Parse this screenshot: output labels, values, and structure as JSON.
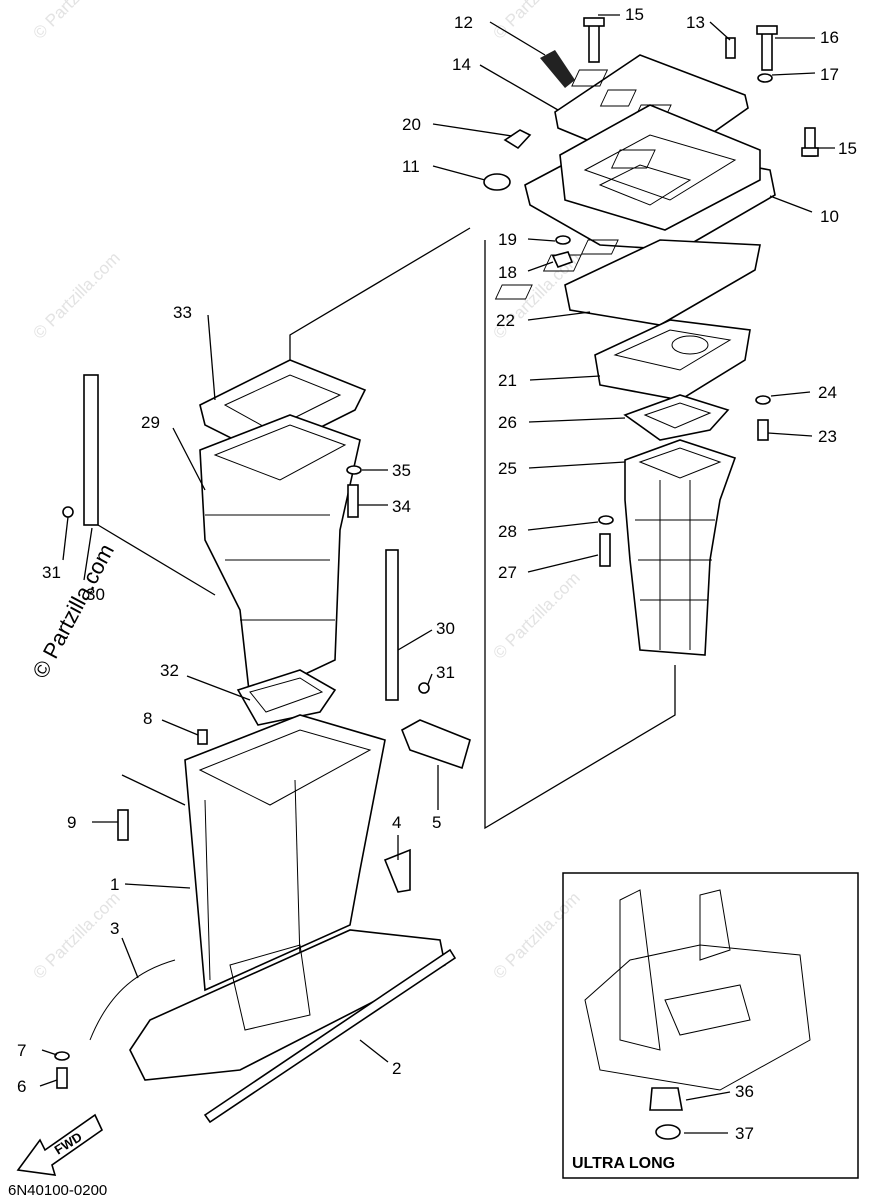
{
  "diagram": {
    "code": "6N40100-0200",
    "inset_label": "ULTRA LONG",
    "arrow_label": "FWD",
    "watermark_large": "© Partzilla.com",
    "watermark_small": "© Partzilla.com",
    "callouts": {
      "c1": "1",
      "c2": "2",
      "c3": "3",
      "c4": "4",
      "c5": "5",
      "c6": "6",
      "c7": "7",
      "c8": "8",
      "c9": "9",
      "c10": "10",
      "c11": "11",
      "c12": "12",
      "c13": "13",
      "c14": "14",
      "c15a": "15",
      "c15b": "15",
      "c16": "16",
      "c17": "17",
      "c18": "18",
      "c19": "19",
      "c20": "20",
      "c21": "21",
      "c22": "22",
      "c23": "23",
      "c24": "24",
      "c25": "25",
      "c26": "26",
      "c27": "27",
      "c28": "28",
      "c29": "29",
      "c30a": "30",
      "c30b": "30",
      "c31a": "31",
      "c31b": "31",
      "c32": "32",
      "c33": "33",
      "c34": "34",
      "c35": "35",
      "c36": "36",
      "c37": "37"
    }
  }
}
